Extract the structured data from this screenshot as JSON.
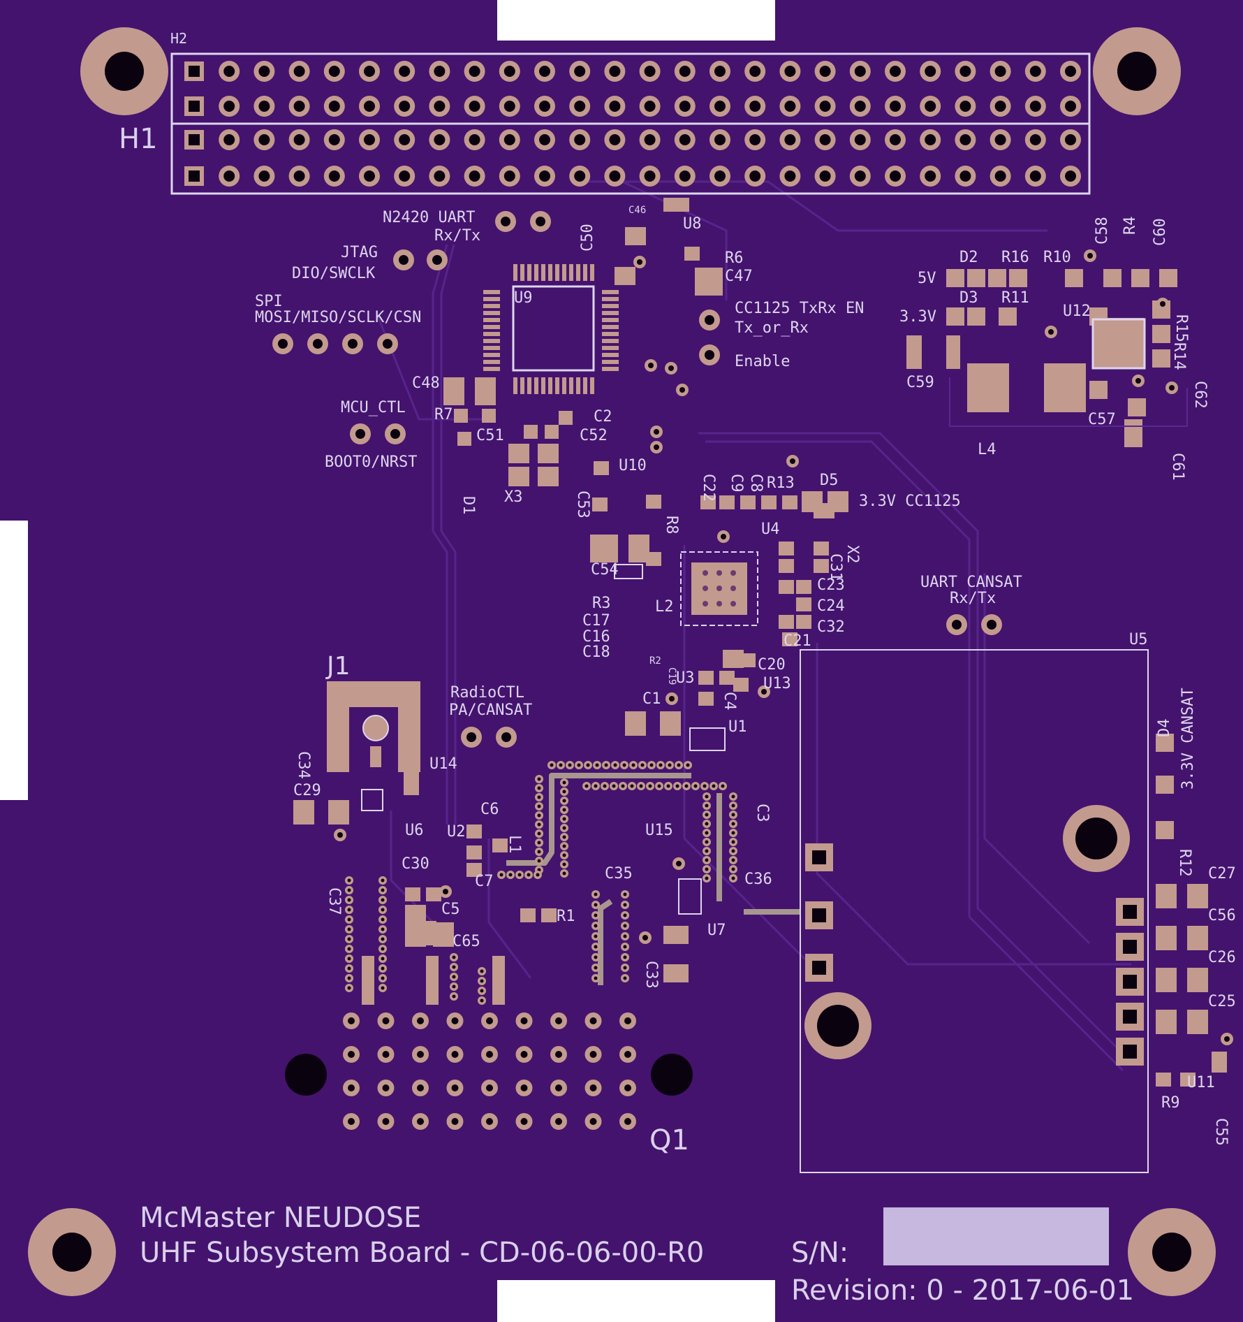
{
  "board": {
    "colors": {
      "substrate": "#44136e",
      "copper": "#c39a8e",
      "silkscreen": "#ddd6ee",
      "trace": "#4f1c82",
      "hole": "#0b0210",
      "sn_box": "#c7b8df"
    },
    "title_line1": "McMaster NEUDOSE",
    "title_line2": "UHF Subsystem Board - CD-06-06-00-R0",
    "sn_label": "S/N:",
    "revision": "Revision: 0 - 2017-06-01",
    "header_labels": {
      "h1": "H1",
      "h2": "H2"
    },
    "connector_labels": {
      "j1": "J1",
      "q1": "Q1",
      "u5": "U5",
      "l4": "L4",
      "x3": "X3",
      "x2": "X2"
    },
    "net_labels": {
      "n2420_uart_1": "N2420 UART",
      "n2420_uart_2": "Rx/Tx",
      "jtag_1": "JTAG",
      "jtag_2": "DIO/SWCLK",
      "spi_1": "SPI",
      "spi_2": "MOSI/MISO/SCLK/CSN",
      "mcu_ctl_1": "MCU_CTL",
      "mcu_ctl_2": "BOOT0/NRST",
      "cc1125_en_1": "CC1125 TxRx EN",
      "cc1125_en_2": "Tx_or_Rx",
      "enable": "Enable",
      "uart_cansat_1": "UART CANSAT",
      "uart_cansat_2": "Rx/Tx",
      "radioctl_1": "RadioCTL",
      "radioctl_2": "PA/CANSAT",
      "v33_cc1125": "3.3V CC1125",
      "v5": "5V",
      "v33": "3.3V",
      "v33_cansat": "3.3V CANSAT"
    },
    "refdes": {
      "U1": "U1",
      "U2": "U2",
      "U3": "U3",
      "U4": "U4",
      "U6": "U6",
      "U7": "U7",
      "U8": "U8",
      "U9": "U9",
      "U10": "U10",
      "U11": "U11",
      "U12": "U12",
      "U13": "U13",
      "U14": "U14",
      "U15": "U15",
      "C1": "C1",
      "C2": "C2",
      "C3": "C3",
      "C4": "C4",
      "C5": "C5",
      "C6": "C6",
      "C7": "C7",
      "C8": "C8",
      "C9": "C9",
      "C16": "C16",
      "C17": "C17",
      "C18": "C18",
      "C19": "C19",
      "C20": "C20",
      "C21": "C21",
      "C22": "C22",
      "C23": "C23",
      "C24": "C24",
      "C25": "C25",
      "C26": "C26",
      "C27": "C27",
      "C29": "C29",
      "C30": "C30",
      "C31": "C31",
      "C32": "C32",
      "C33": "C33",
      "C34": "C34",
      "C35": "C35",
      "C36": "C36",
      "C37": "C37",
      "C46": "C46",
      "C47": "C47",
      "C48": "C48",
      "C50": "C50",
      "C51": "C51",
      "C52": "C52",
      "C53": "C53",
      "C54": "C54",
      "C55": "C55",
      "C56": "C56",
      "C57": "C57",
      "C58": "C58",
      "C59": "C59",
      "C60": "C60",
      "C61": "C61",
      "C62": "C62",
      "C65": "C65",
      "R1": "R1",
      "R2": "R2",
      "R3": "R3",
      "R4": "R4",
      "R6": "R6",
      "R7": "R7",
      "R8": "R8",
      "R9": "R9",
      "R10": "R10",
      "R11": "R11",
      "R12": "R12",
      "R13": "R13",
      "R14": "R14",
      "R15": "R15",
      "R16": "R16",
      "D1": "D1",
      "D2": "D2",
      "D3": "D3",
      "D4": "D4",
      "D5": "D5",
      "L1": "L1",
      "L2": "L2"
    }
  }
}
